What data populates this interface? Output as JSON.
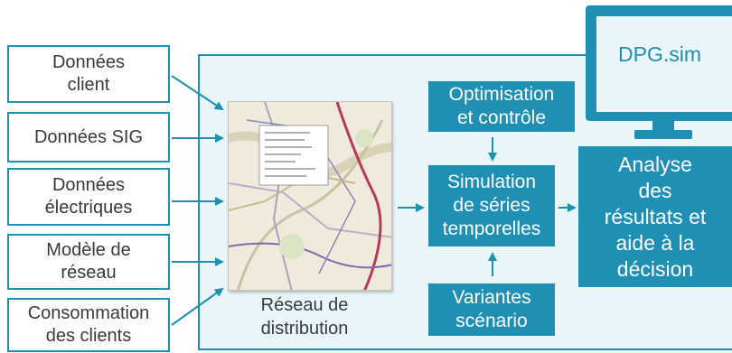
{
  "inputs": [
    {
      "label": "Données\nclient"
    },
    {
      "label": "Données SIG"
    },
    {
      "label": "Données\nélectriques"
    },
    {
      "label": "Modèle de\nréseau"
    },
    {
      "label": "Consommation\ndes clients"
    }
  ],
  "map": {
    "caption": "Réseau de\ndistribution"
  },
  "process": {
    "optimisation": "Optimisation\net contrôle",
    "simulation": "Simulation\nde séries\ntemporelles",
    "variantes": "Variantes\nscénario"
  },
  "output": {
    "tool_name": "DPG.sim",
    "analyse": "Analyse\ndes\nrésultats et\naide à la\ndécision"
  },
  "colors": {
    "accent": "#1f8fb3",
    "frame_fill": "#e9f5f8"
  }
}
